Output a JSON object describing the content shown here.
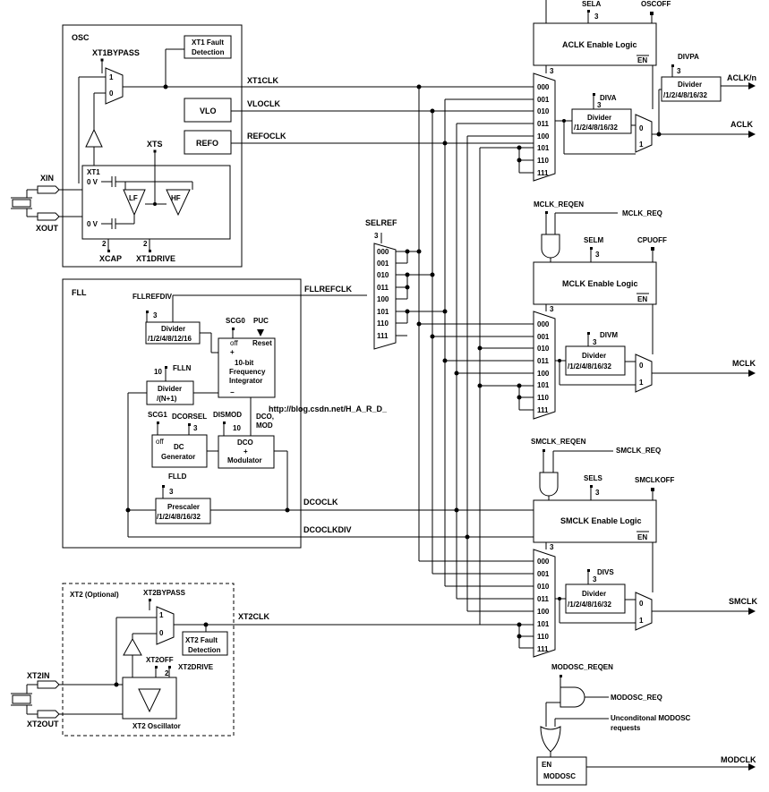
{
  "osc": {
    "title": "OSC",
    "xt1bypass": "XT1BYPASS",
    "xt1_fault": [
      "XT1 Fault",
      "Detection"
    ],
    "vlo": "VLO",
    "refo": "REFO",
    "xts": "XTS",
    "xt1": "XT1",
    "zero_v": "0 V",
    "lf": "LF",
    "hf": "HF",
    "xin": "XIN",
    "xout": "XOUT",
    "xcap": "XCAP",
    "xt1drive": "XT1DRIVE"
  },
  "signals": {
    "xt1clk": "XT1CLK",
    "vloclk": "VLOCLK",
    "refoclk": "REFOCLK",
    "fllrefclk": "FLLREFCLK",
    "dcoclk": "DCOCLK",
    "dcoclkdiv": "DCOCLKDIV",
    "xt2clk": "XT2CLK"
  },
  "fll": {
    "title": "FLL",
    "fllrefdiv": "FLLREFDIV",
    "ref_divider": [
      "Divider",
      "/1/2/4/8/12/16"
    ],
    "scg0": "SCG0",
    "puc": "PUC",
    "off": "off",
    "reset": "Reset",
    "integrator": [
      "10-bit",
      "Frequency",
      "Integrator"
    ],
    "plus": "+",
    "minus": "−",
    "flln": "FLLN",
    "ten": "10",
    "n_divider": [
      "Divider",
      "/(N+1)"
    ],
    "scg1": "SCG1",
    "dcorsel": "DCORSEL",
    "dismod": "DISMOD",
    "dco_mod": [
      "DCO,",
      "MOD"
    ],
    "dc_gen": [
      "DC",
      "Generator"
    ],
    "dco_block": [
      "DCO",
      "+",
      "Modulator"
    ],
    "flld": "FLLD",
    "prescaler": [
      "Prescaler",
      "/1/2/4/8/16/32"
    ]
  },
  "selref": {
    "label": "SELREF",
    "width": "3",
    "codes": [
      "000",
      "001",
      "010",
      "011",
      "100",
      "101",
      "110",
      "111"
    ]
  },
  "aclk": {
    "sel": "SELA",
    "off": "OSCOFF",
    "enable_logic": "ACLK Enable Logic",
    "en": "EN",
    "div_label": "DIVA",
    "divider": [
      "Divider",
      "/1/2/4/8/16/32"
    ],
    "divpa": "DIVPA",
    "divpa_divider": [
      "Divider",
      "/1/2/4/8/16/32"
    ],
    "out_n": "ACLK/n",
    "out": "ACLK"
  },
  "mclk": {
    "req_en": "MCLK_REQEN",
    "req": "MCLK_REQ",
    "sel": "SELM",
    "off": "CPUOFF",
    "enable_logic": "MCLK Enable Logic",
    "en": "EN",
    "div_label": "DIVM",
    "divider": [
      "Divider",
      "/1/2/4/8/16/32"
    ],
    "out": "MCLK"
  },
  "smclk": {
    "req_en": "SMCLK_REQEN",
    "req": "SMCLK_REQ",
    "sel": "SELS",
    "off": "SMCLKOFF",
    "enable_logic": "SMCLK Enable Logic",
    "en": "EN",
    "div_label": "DIVS",
    "divider": [
      "Divider",
      "/1/2/4/8/16/32"
    ],
    "out": "SMCLK"
  },
  "mux_codes": [
    "000",
    "001",
    "010",
    "011",
    "100",
    "101",
    "110",
    "111"
  ],
  "xt2": {
    "title": "XT2 (Optional)",
    "bypass": "XT2BYPASS",
    "fault": [
      "XT2 Fault",
      "Detection"
    ],
    "xt2off": "XT2OFF",
    "drive": "XT2DRIVE",
    "two": "2",
    "oscillator": "XT2 Oscillator",
    "xt2in": "XT2IN",
    "xt2out": "XT2OUT"
  },
  "modosc": {
    "req_en": "MODOSC_REQEN",
    "req": "MODOSC_REQ",
    "uncond": [
      "Unconditonal MODOSC",
      "requests"
    ],
    "en": "EN",
    "name": "MODOSC",
    "out": "MODCLK"
  },
  "common": {
    "three": "3",
    "two": "2",
    "one": "1",
    "zero": "0"
  },
  "watermark": "http://blog.csdn.net/H_A_R_D_"
}
